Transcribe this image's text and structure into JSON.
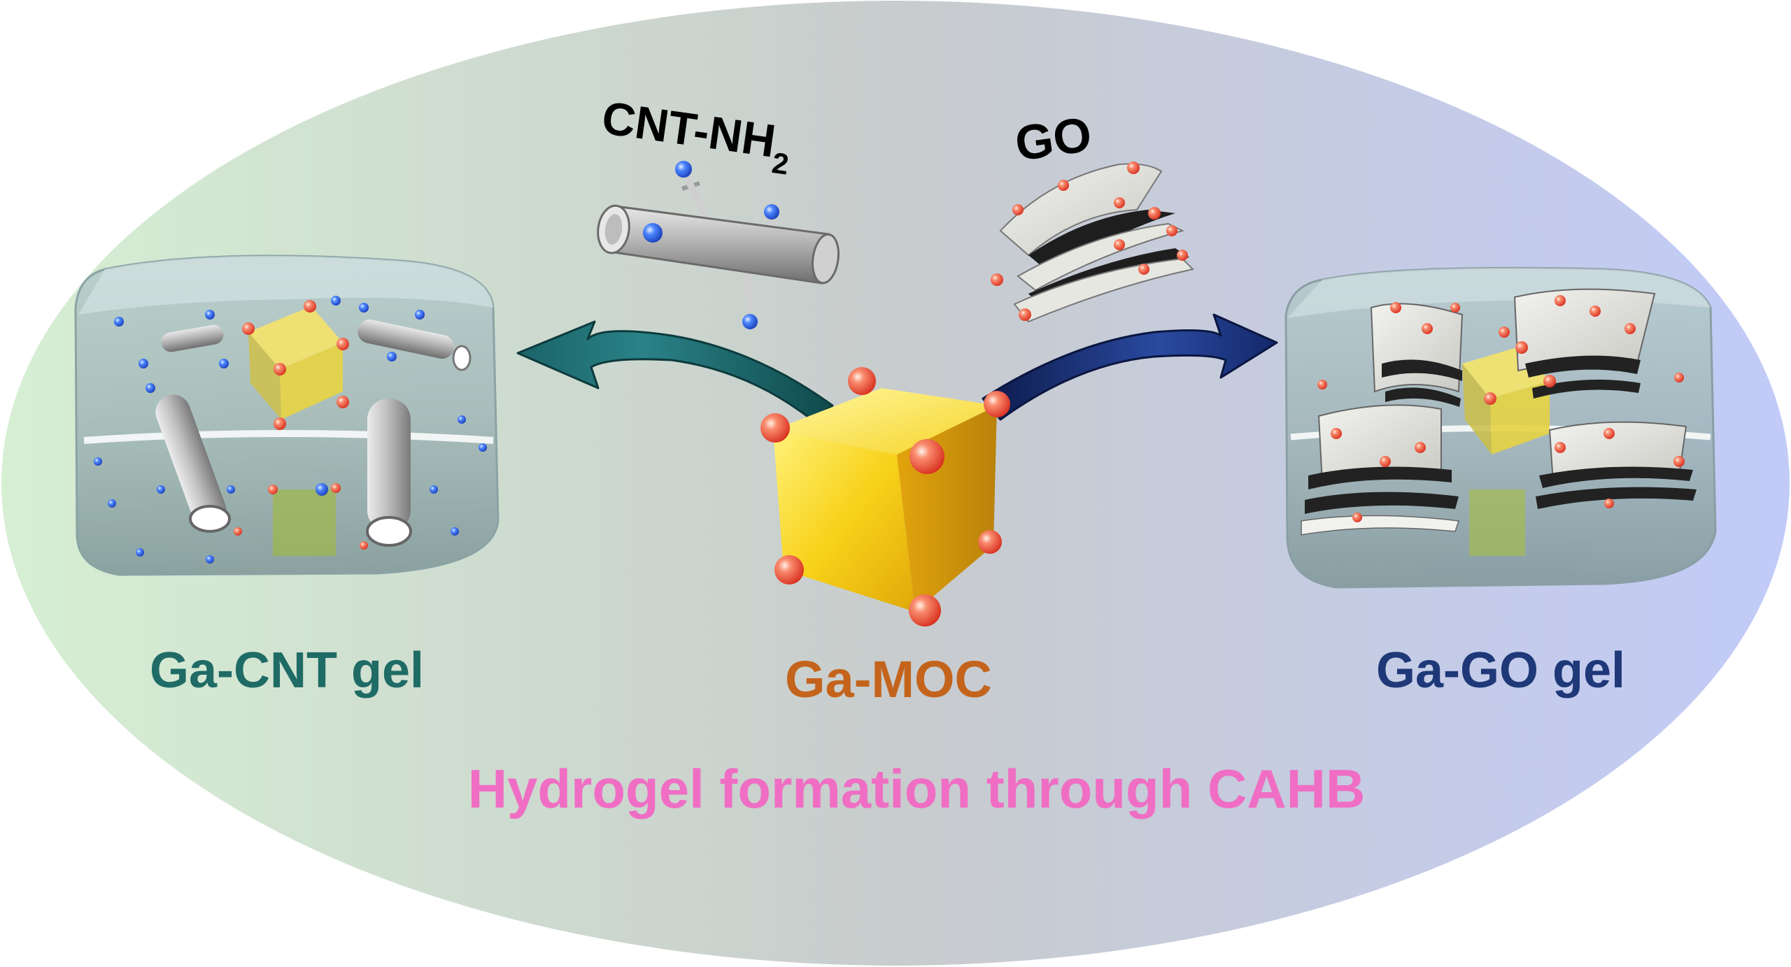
{
  "labels": {
    "cnt_nh2_main": "CNT-NH",
    "cnt_nh2_sub": "2",
    "go": "GO",
    "ga_cnt_gel": "Ga-CNT gel",
    "ga_moc": "Ga-MOC",
    "ga_go_gel": "Ga-GO gel",
    "caption": "Hydrogel formation through CAHB"
  },
  "colors": {
    "ellipse_left": "#cfe8cf",
    "ellipse_mid": "#c9cccc",
    "ellipse_right": "#c3cbf6",
    "cnt_label": "#000000",
    "go_label": "#000000",
    "ga_cnt_gel": "#1f6b66",
    "ga_moc": "#c4641c",
    "ga_go_gel": "#1e3878",
    "caption": "#ef6ec4",
    "arrow_left": "#1f6b70",
    "arrow_right": "#1a2d6e",
    "cube_yellow": "#f4c514",
    "ball_red": "#ec4a32",
    "ball_blue": "#2c5fe0",
    "tube_gray": "#a8a8a8"
  },
  "icons": {
    "center": "ga-moc-cube-icon",
    "cnt": "amine-nanotube-icon",
    "go": "graphene-oxide-sheets-icon",
    "left_gel": "cnt-hydrogel-block-icon",
    "right_gel": "go-hydrogel-block-icon"
  }
}
